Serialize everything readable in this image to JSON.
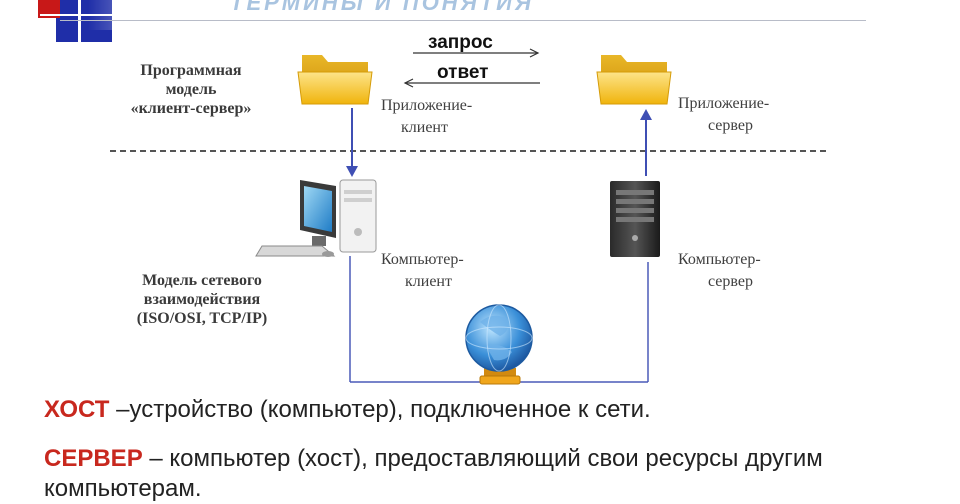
{
  "header": {
    "title": "ТЕРМИНЫ И ПОНЯТИЯ"
  },
  "software_model": {
    "label_lines": [
      "Программная",
      "модель",
      "«клиент-сервер»"
    ],
    "request_label": "запрос",
    "response_label": "ответ",
    "client_app_lines": [
      "Приложение-",
      "клиент"
    ],
    "server_app_lines": [
      "Приложение-",
      "сервер"
    ]
  },
  "network_model": {
    "label_lines": [
      "Модель сетевого",
      "взаимодействия",
      "(ISO/OSI, TCP/IP)"
    ],
    "client_computer_lines": [
      "Компьютер-",
      "клиент"
    ],
    "server_computer_lines": [
      "Компьютер-",
      "сервер"
    ]
  },
  "definitions": [
    {
      "term": "ХОСТ",
      "text": " –устройство (компьютер), подключенное к сети."
    },
    {
      "term": "СЕРВЕР",
      "text": " – компьютер (хост), предоставляющий свои ресурсы другим",
      "text2": "компьютерам."
    }
  ],
  "colors": {
    "term_red": "#c8281e",
    "line_blue": "#3f4fb4",
    "folder_yellow": "#f4c21c"
  }
}
